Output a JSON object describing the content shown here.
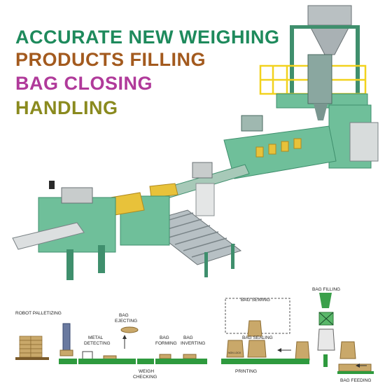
{
  "headlines": [
    {
      "text": "ACCURATE NEW WEIGHING",
      "color": "#1e8a5c"
    },
    {
      "text": "PRODUCTS FILLING",
      "color": "#a35a1e"
    },
    {
      "text": "BAG CLOSING",
      "color": "#b03a9a"
    },
    {
      "text": "HANDLING",
      "color": "#8a8a1e"
    }
  ],
  "diagram": {
    "labels": {
      "robot_palletizing": "ROBOT PALLETIZING",
      "metal_detecting_1": "METAL",
      "metal_detecting_2": "DETECTING",
      "bag_ejecting_1": "BAG",
      "bag_ejecting_2": "EJECTING",
      "bag_forming_1": "BAG",
      "bag_forming_2": "FORMING",
      "bag_inverting_1": "BAG",
      "bag_inverting_2": "INVERTING",
      "weigh_checking_1": "WEIGH",
      "weigh_checking_2": "CHECKING",
      "bag_sewing": "BAG SEWING",
      "bag_sealing": "BAG SEALING",
      "printing": "PRINTING",
      "bag_filling": "BAG FILLING",
      "bag_feeding": "BAG FEEDING",
      "non_lock": "NON LOCK"
    }
  },
  "colors": {
    "machine_green": "#6fbf9a",
    "machine_dark": "#3f8f6d",
    "conveyor_green": "#2e9a3e",
    "bag_tan": "#c9a86a",
    "bag_gold": "#e8c23a",
    "rail_yellow": "#f2d21e"
  }
}
